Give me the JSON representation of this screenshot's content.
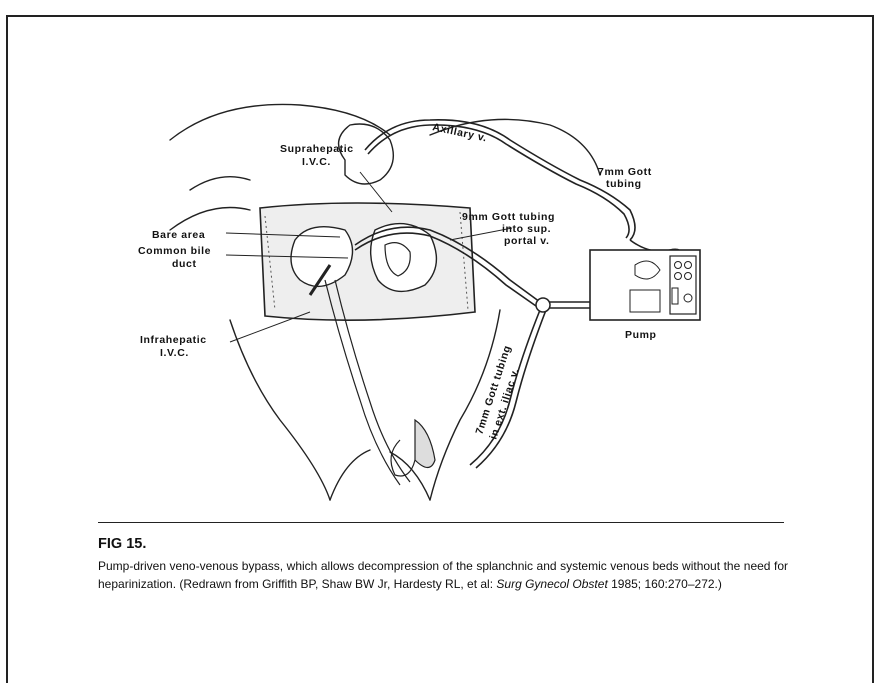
{
  "figure": {
    "labels": {
      "axillary_v": "Axillary v.",
      "suprahepatic_line1": "Suprahepatic",
      "suprahepatic_line2": "I.V.C.",
      "tubing_7mm_line1": "7mm Gott",
      "tubing_7mm_line2": "tubing",
      "bare_area": "Bare area",
      "common_bile_line1": "Common bile",
      "common_bile_line2": "duct",
      "tubing_9mm_line1": "9mm Gott tubing",
      "tubing_9mm_line2": "into sup.",
      "tubing_9mm_line3": "portal v.",
      "infrahepatic_line1": "Infrahepatic",
      "infrahepatic_line2": "I.V.C.",
      "pump": "Pump",
      "iliac_line1": "7mm Gott tubing",
      "iliac_line2": "in ext. iliac v."
    }
  },
  "caption": {
    "fig_number": "FIG 15.",
    "text_before_journal": "Pump-driven veno-venous bypass, which allows decompression of the splanchnic and systemic venous beds without the need for heparinization. (Redrawn from Griffith BP, Shaw BW Jr, Hardesty RL, et al: ",
    "journal": "Surg Gynecol Obstet",
    "text_after_journal": " 1985; 160:270–272.)"
  }
}
